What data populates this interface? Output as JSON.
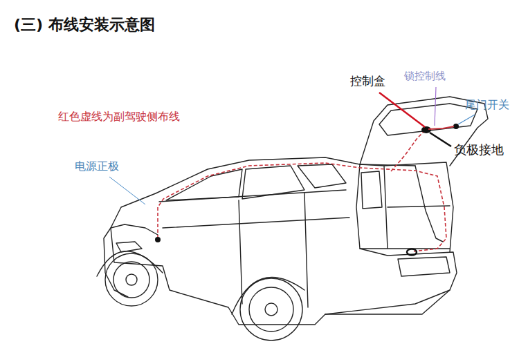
{
  "diagram": {
    "title": "(三) 布线安装示意图",
    "labels": [
      "红色虚线为副驾驶侧布线",
      "电源正极",
      "控制盒",
      "锁控制线",
      "尾门开关",
      "负极接地"
    ]
  }
}
